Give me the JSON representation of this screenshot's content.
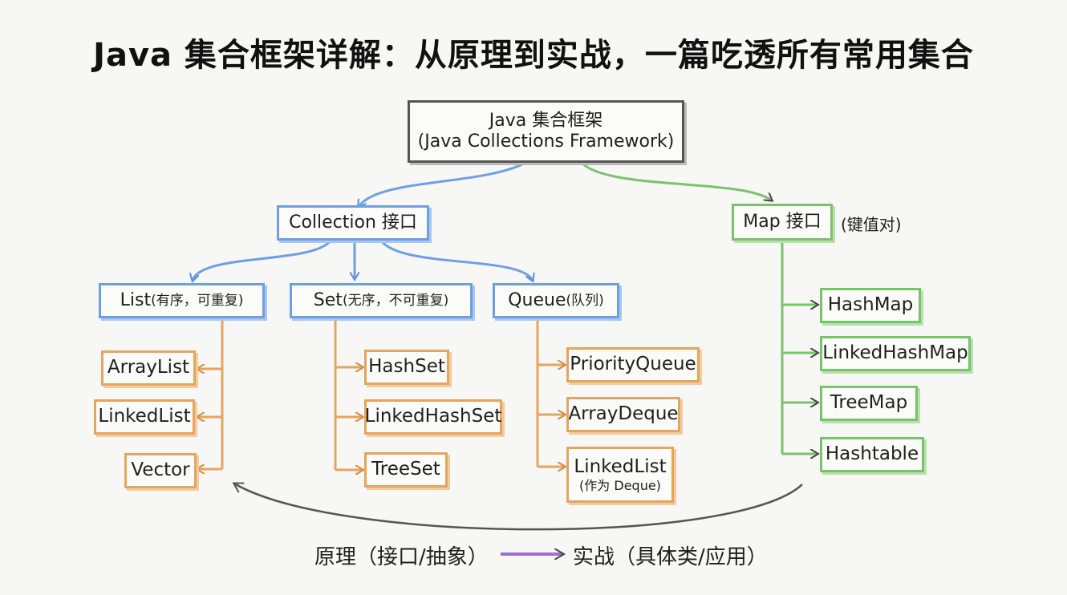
{
  "title": "Java 集合框架详解：从原理到实战，一篇吃透所有常用集合",
  "root": {
    "line1": "Java 集合框架",
    "line2": "(Java Collections Framework)"
  },
  "collection": {
    "label": "Collection 接口"
  },
  "map": {
    "label": "Map 接口",
    "note": "(键值对)"
  },
  "list": {
    "label": "List",
    "note": "(有序，可重复)",
    "items": [
      "ArrayList",
      "LinkedList",
      "Vector"
    ]
  },
  "set": {
    "label": "Set",
    "note": "(无序，不可重复)",
    "items": [
      "HashSet",
      "LinkedHashSet",
      "TreeSet"
    ]
  },
  "queue": {
    "label": "Queue",
    "note": "(队列)",
    "items": [
      "PriorityQueue",
      "ArrayDeque",
      "LinkedList"
    ],
    "last_sub": "(作为 Deque)"
  },
  "map_items": [
    "HashMap",
    "LinkedHashMap",
    "TreeMap",
    "Hashtable"
  ],
  "bottom": {
    "left": "原理（接口/抽象）",
    "right": "实战（具体类/应用）"
  },
  "colors": {
    "blue": "#6d9ee6",
    "green": "#78c46a",
    "orange": "#e6a45d",
    "purple": "#9b6fd0",
    "gray": "#555555"
  }
}
